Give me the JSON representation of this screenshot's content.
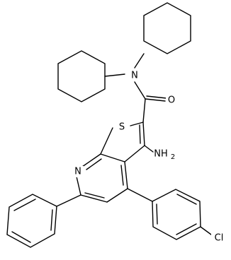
{
  "atom_labels": {
    "nitrogen_amide": "N",
    "carbonyl_oxygen": "O",
    "thiophene_sulfur": "S",
    "pyridine_nitrogen": "N",
    "amino_group": "NH",
    "amino_subscript": "2",
    "chlorine": "Cl"
  },
  "colors": {
    "bond": "#000000",
    "label": "#000000",
    "background": "#ffffff"
  }
}
